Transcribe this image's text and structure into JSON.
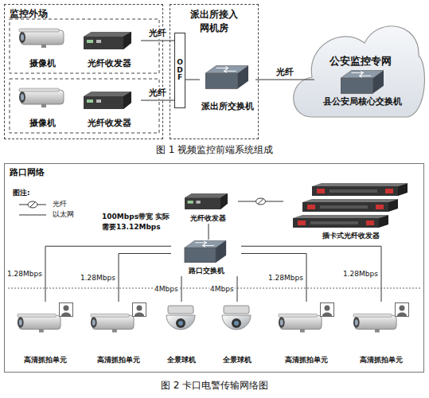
{
  "diagram": {
    "caption": "图 1 视频监控前端系统组成",
    "nodes": [
      {
        "text": [
          "监控外场"
        ]
      },
      {
        "text": [
          "摄像机"
        ],
        "in": 0
      },
      {
        "text": [
          "光纤收发器"
        ],
        "in": 0
      },
      {
        "text": [
          "摄像机"
        ],
        "in": 0
      },
      {
        "text": [
          "光纤收发器"
        ],
        "in": 0
      },
      {
        "text": [
          "派出所接入网机房"
        ]
      },
      {
        "text": [
          "ODF"
        ],
        "in": 5
      },
      {
        "text": [
          "派出所交换机"
        ],
        "in": 5
      },
      {
        "text": [
          "公安监控专网"
        ]
      },
      {
        "text": [
          "县公安局核心交换机"
        ],
        "in": 8
      },
      {
        "text": [
          "路口网络"
        ]
      },
      {
        "text": [
          "光纤收发器"
        ],
        "in": 10
      },
      {
        "text": [
          "插卡式光纤收发器"
        ],
        "in": 10
      },
      {
        "text": [
          "路口交换机"
        ],
        "in": 10
      },
      {
        "text": [
          "高清抓拍单元"
        ],
        "in": 10
      },
      {
        "text": [
          "高清抓拍单元"
        ],
        "in": 10
      },
      {
        "text": [
          "全景球机"
        ],
        "in": 10
      },
      {
        "text": [
          "全景球机"
        ],
        "in": 10
      },
      {
        "text": [
          "高清抓拍单元"
        ],
        "in": 10
      },
      {
        "text": [
          "高清抓拍单元"
        ],
        "in": 10
      }
    ],
    "edges": [
      {
        "from": 2,
        "to": 6,
        "label": "光纤",
        "arrow": "none"
      },
      {
        "from": 4,
        "to": 6,
        "label": "光纤",
        "arrow": "none"
      },
      {
        "from": 6,
        "to": 7,
        "arrow": "none"
      },
      {
        "from": 7,
        "to": 9,
        "label": "光纤",
        "arrow": "none"
      },
      {
        "from": 11,
        "to": 12,
        "arrow": "none"
      },
      {
        "from": 13,
        "to": 11,
        "arrow": "none"
      },
      {
        "from": 13,
        "to": 14,
        "label": "1.28Mbps",
        "arrow": "none"
      },
      {
        "from": 13,
        "to": 15,
        "label": "1.28Mbps",
        "arrow": "none"
      },
      {
        "from": 13,
        "to": 16,
        "label": "4Mbps",
        "arrow": "none"
      },
      {
        "from": 13,
        "to": 17,
        "label": "4Mbps",
        "arrow": "none"
      },
      {
        "from": 13,
        "to": 18,
        "label": "1.28Mbps",
        "arrow": "none"
      },
      {
        "from": 13,
        "to": 19,
        "label": "1.28Mbps",
        "arrow": "none"
      }
    ],
    "labels": [
      "图 2 卡口电警传输网络图",
      "图注:",
      "100Mbps带宽 实际需要13.12Mbps"
    ],
    "legend": [
      {
        "text": "光纤"
      },
      {
        "text": "以太网"
      }
    ]
  }
}
